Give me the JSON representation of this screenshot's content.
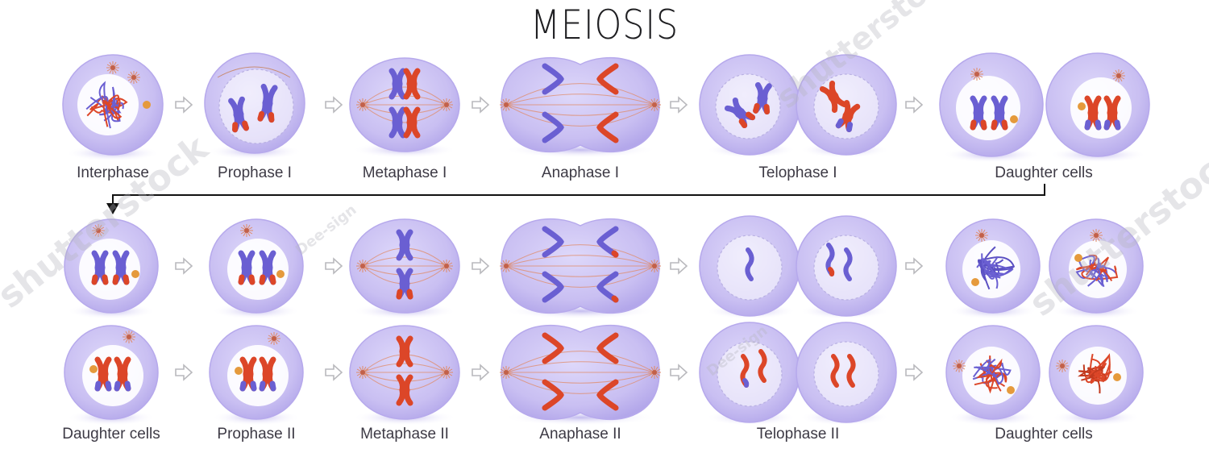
{
  "title": "MEIOSIS",
  "stages_row1": [
    "Interphase",
    "Prophase I",
    "Metaphase I",
    "Anaphase I",
    "Telophase I",
    "Daughter cells"
  ],
  "stages_row3": [
    "Daughter cells",
    "Prophase II",
    "Metaphase II",
    "Anaphase II",
    "Telophase II",
    "Daughter cells"
  ],
  "watermarks": [
    "shutterstock",
    "Dee-sign"
  ],
  "colors": {
    "cell": "#cfc6f3",
    "cell_edge": "#b6a9ec",
    "nucleus": "#ffffff",
    "blue_chromosome": "#6a5fd2",
    "red_chromosome": "#dc4628",
    "centrosome": "#e08a66",
    "organelle": "#e59a3c",
    "arrow": "#b9b9bd",
    "connector": "#111111"
  }
}
